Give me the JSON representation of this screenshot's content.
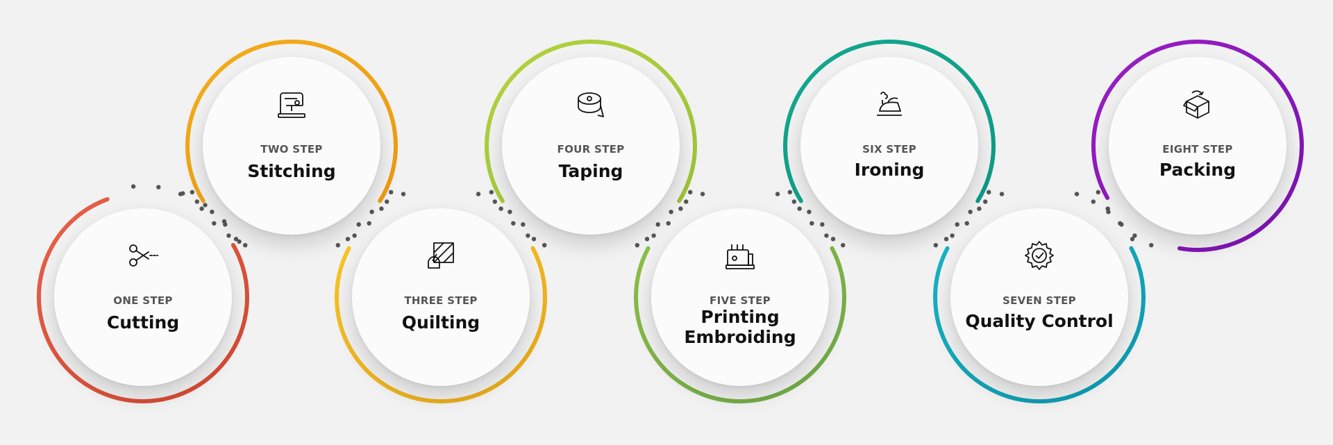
{
  "steps": [
    {
      "step_label": "ONE STEP",
      "title": "Cutting",
      "icon": "scissors-icon",
      "color_start": "#e8604a",
      "color_end": "#d24832"
    },
    {
      "step_label": "TWO STEP",
      "title": "Stitching",
      "icon": "sewing-machine-icon",
      "color_start": "#f3ad1a",
      "color_end": "#ec9a12"
    },
    {
      "step_label": "THREE STEP",
      "title": "Quilting",
      "icon": "quilt-icon",
      "color_start": "#f7c325",
      "color_end": "#e6a81a"
    },
    {
      "step_label": "FOUR STEP",
      "title": "Taping",
      "icon": "measuring-tape-icon",
      "color_start": "#b4d23c",
      "color_end": "#9cc23a"
    },
    {
      "step_label": "FIVE STEP",
      "title": "Printing Embroiding",
      "icon": "embroidery-machine-icon",
      "color_start": "#8cbe46",
      "color_end": "#6ea848"
    },
    {
      "step_label": "SIX STEP",
      "title": "Ironing",
      "icon": "iron-icon",
      "color_start": "#14a88e",
      "color_end": "#0e9a86"
    },
    {
      "step_label": "SEVEN STEP",
      "title": "Quality Control",
      "icon": "gear-check-icon",
      "color_start": "#19b2c4",
      "color_end": "#0c98ae"
    },
    {
      "step_label": "EIGHT STEP",
      "title": "Packing",
      "icon": "box-icon",
      "color_start": "#9a1fc6",
      "color_end": "#7a12b0"
    }
  ],
  "dot_color": "#555555"
}
